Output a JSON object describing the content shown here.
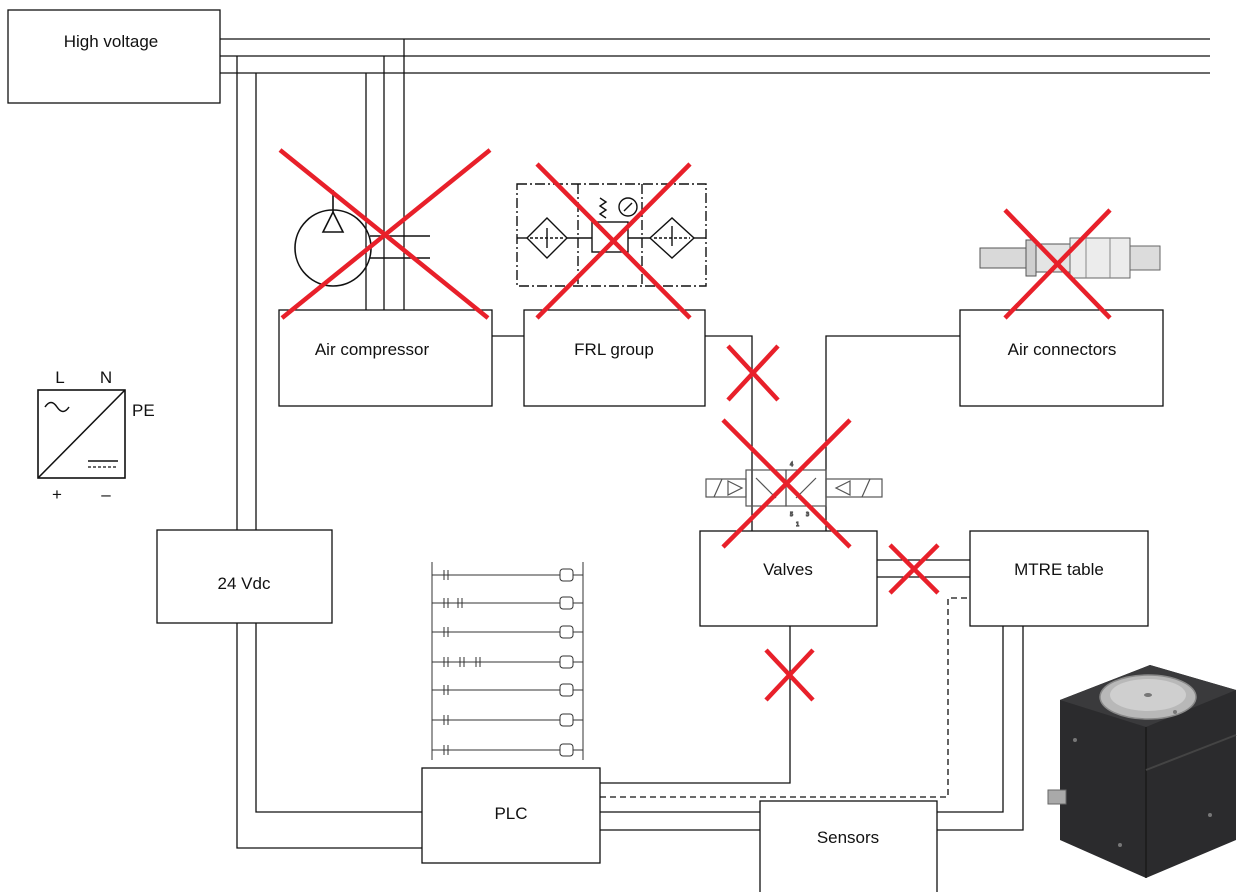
{
  "blocks": {
    "high_voltage": "High voltage",
    "air_compressor": "Air compressor",
    "frl_group": "FRL group",
    "air_connectors": "Air connectors",
    "valves": "Valves",
    "mtre_table": "MTRE table",
    "supply_24vdc": "24 Vdc",
    "plc": "PLC",
    "sensors": "Sensors"
  },
  "psu_symbol": {
    "l": "L",
    "n": "N",
    "pe": "PE",
    "plus": "+",
    "minus": "–"
  },
  "colors": {
    "line": "#111111",
    "cross": "#e8202a",
    "cube_body": "#2b2b2d",
    "cube_top": "#3a3a3c",
    "disc": "#b8b8b8"
  }
}
